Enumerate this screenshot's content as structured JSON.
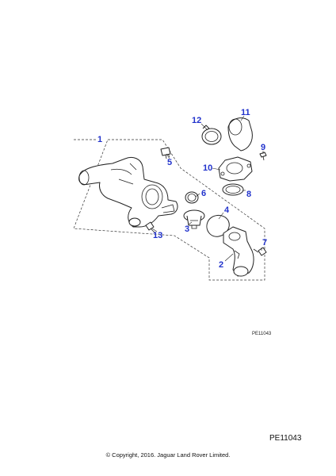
{
  "callouts": {
    "c1": "1",
    "c2": "2",
    "c3": "3",
    "c4": "4",
    "c5": "5",
    "c6": "6",
    "c7": "7",
    "c8": "8",
    "c9": "9",
    "c10": "10",
    "c11": "11",
    "c12": "12",
    "c13": "13"
  },
  "figure_ref_small": "PE11043",
  "figure_ref_large": "PE11043",
  "copyright": "© Copyright, 2016. Jaguar Land Rover Limited.",
  "colors": {
    "callout": "#2233cc",
    "line": "#222222"
  }
}
